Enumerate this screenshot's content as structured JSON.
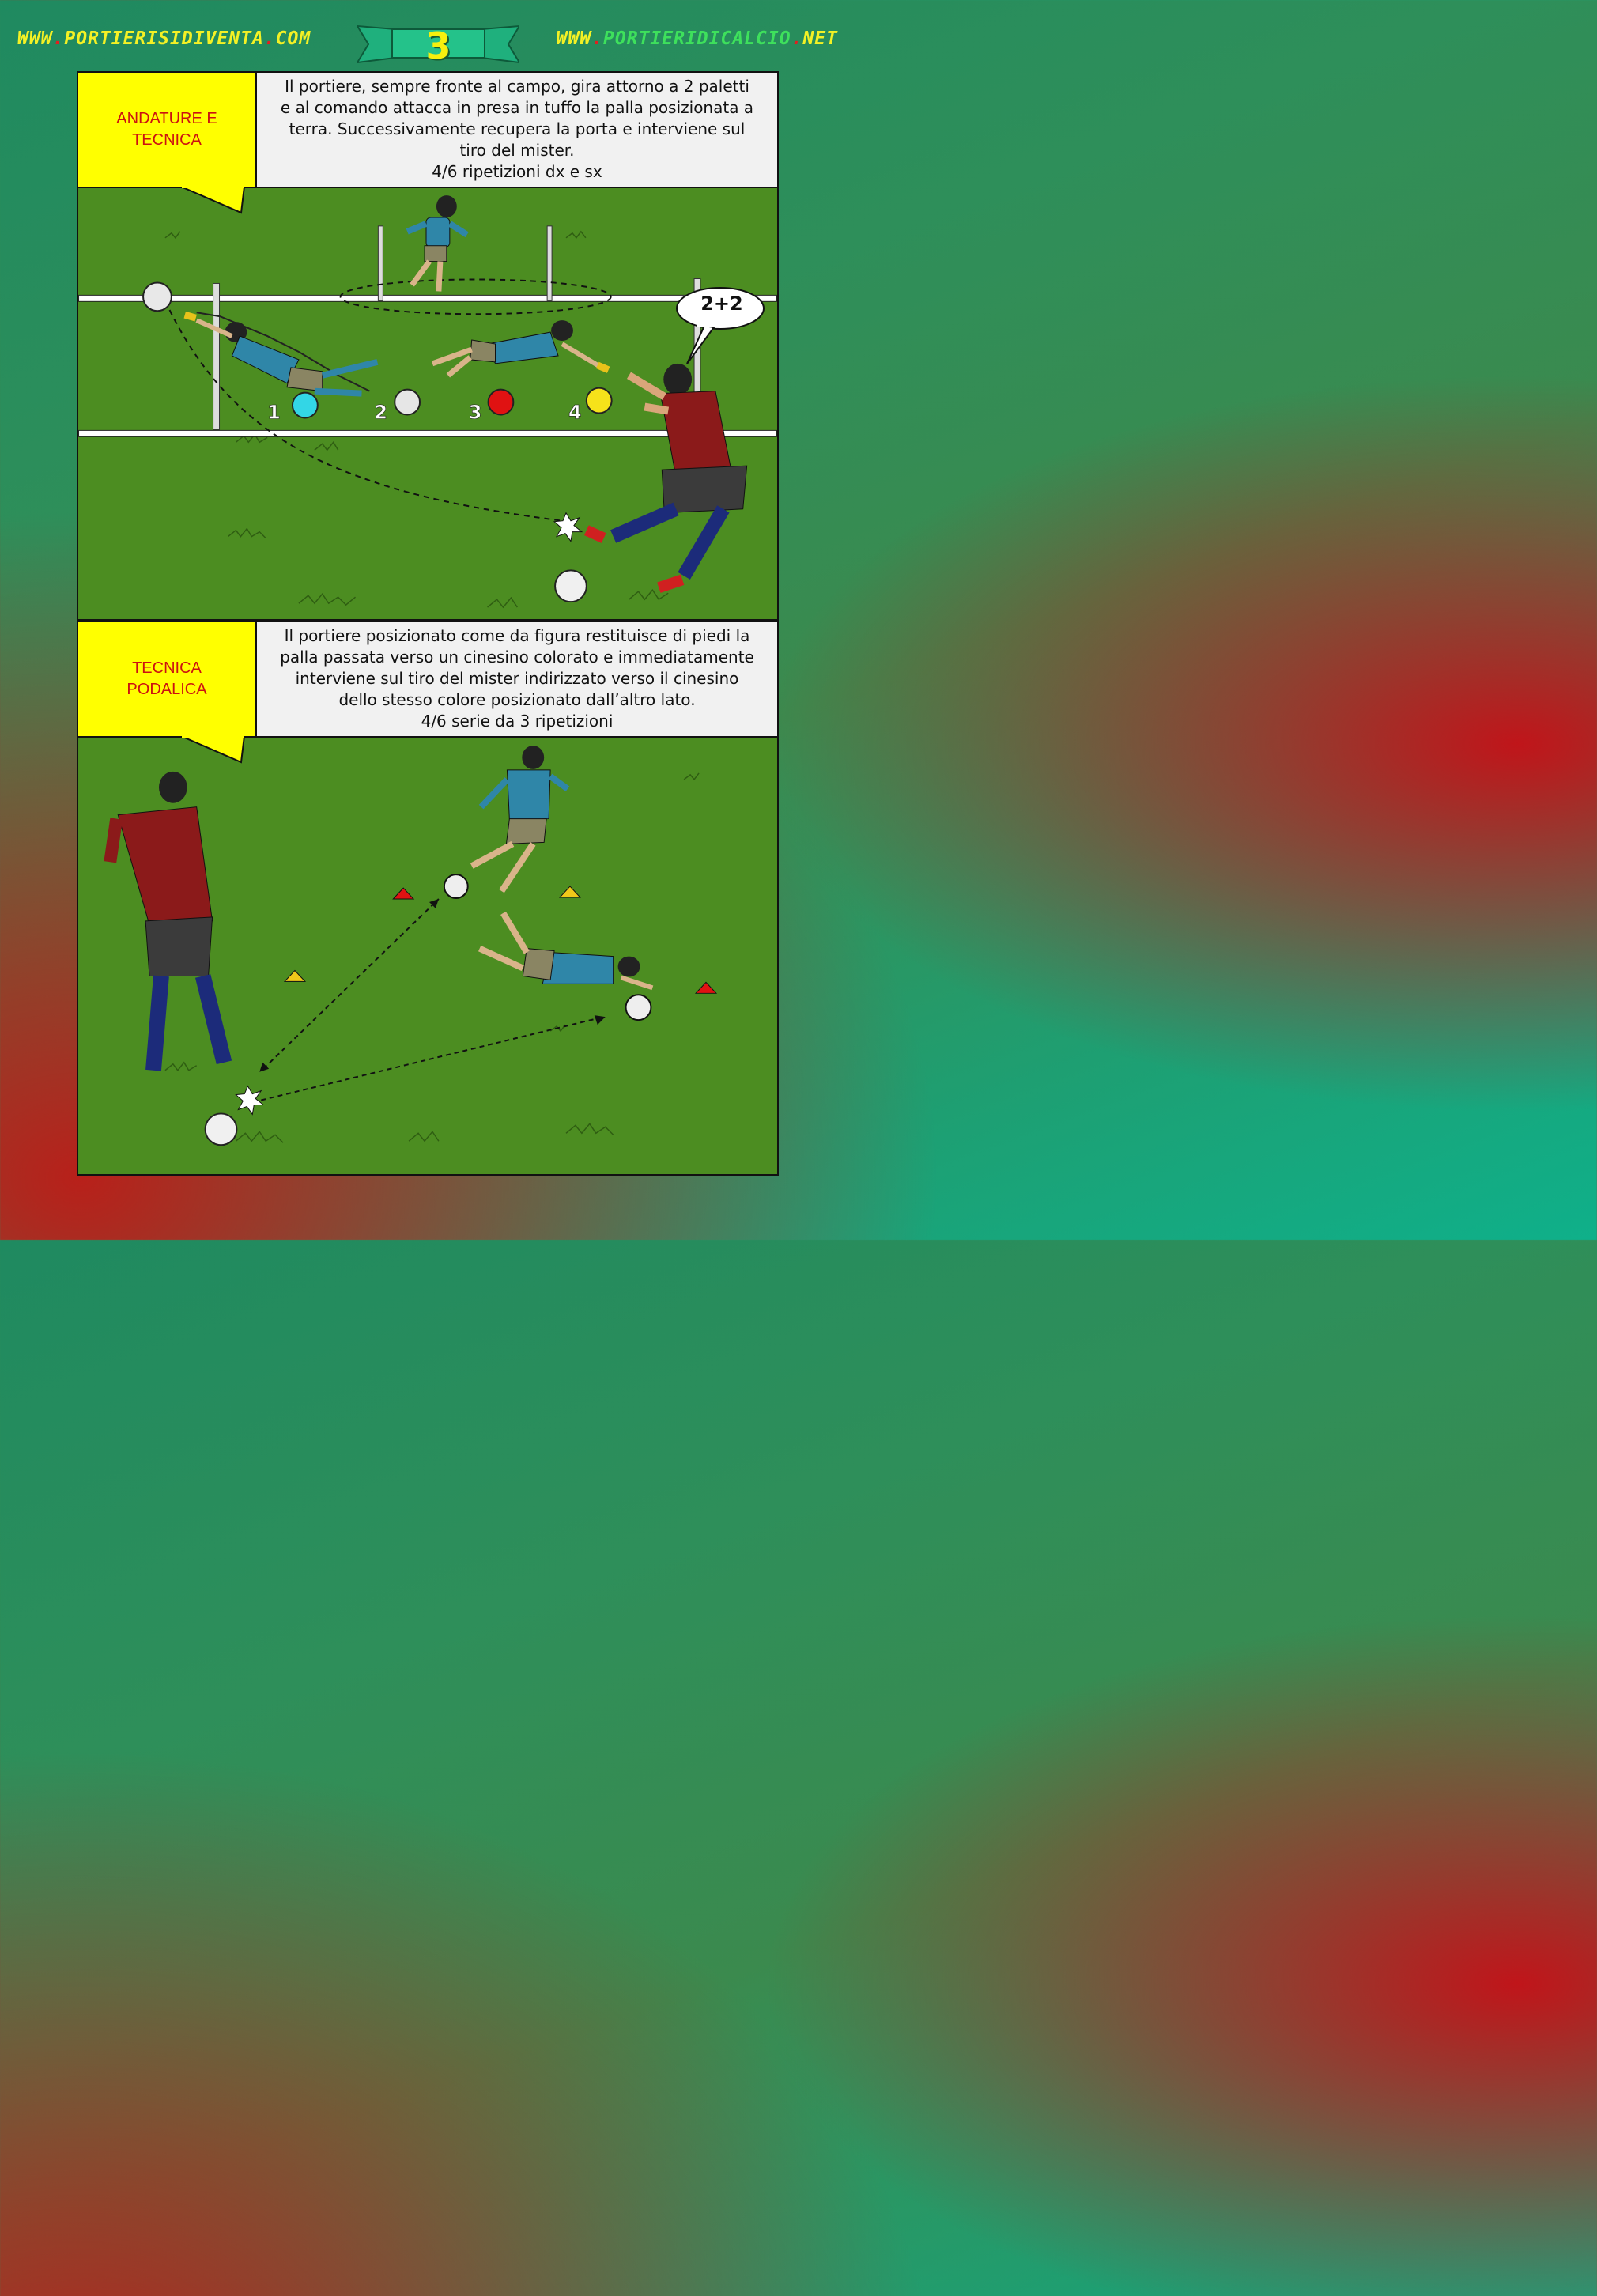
{
  "header": {
    "left_url_prefix": "WWW",
    "left_url_dot1": ".",
    "left_url_name": "PORTIERISIDIVENTA",
    "left_url_dot2": ".",
    "left_url_tld": "COM",
    "page_number": "3",
    "right_url_prefix": "WWW",
    "right_url_dot1": ".",
    "right_url_name": "PORTIERIDICALCIO",
    "right_url_dot2": ".",
    "right_url_tld": "NET"
  },
  "panel1": {
    "label": "ANDATURE E TECNICA",
    "description_lines": [
      "Il portiere, sempre fronte al campo, gira attorno a 2 paletti",
      "e al comando attacca in presa in tuffo la palla posizionata a",
      "terra. Successivamente recupera la porta e interviene sul",
      "tiro del mister.",
      "4/6 ripetizioni dx e sx"
    ],
    "speech_bubble": "2+2",
    "ball_numbers": [
      "1",
      "2",
      "3",
      "4"
    ]
  },
  "panel2": {
    "label": "TECNICA PODALICA",
    "description_lines": [
      "Il portiere posizionato come da figura restituisce di piedi la",
      "palla passata verso un cinesino colorato e immediatamente",
      "interviene sul tiro del mister indirizzato verso il cinesino",
      "dello stesso colore posizionato dall’altro lato.",
      "4/6 serie da 3 ripetizioni"
    ]
  },
  "colors": {
    "label_bg": "#ffff00",
    "label_text": "#cc1111",
    "field": "#4a8c1f",
    "jersey_keeper": "#2f86a8",
    "jersey_coach": "#8b1a1a"
  }
}
